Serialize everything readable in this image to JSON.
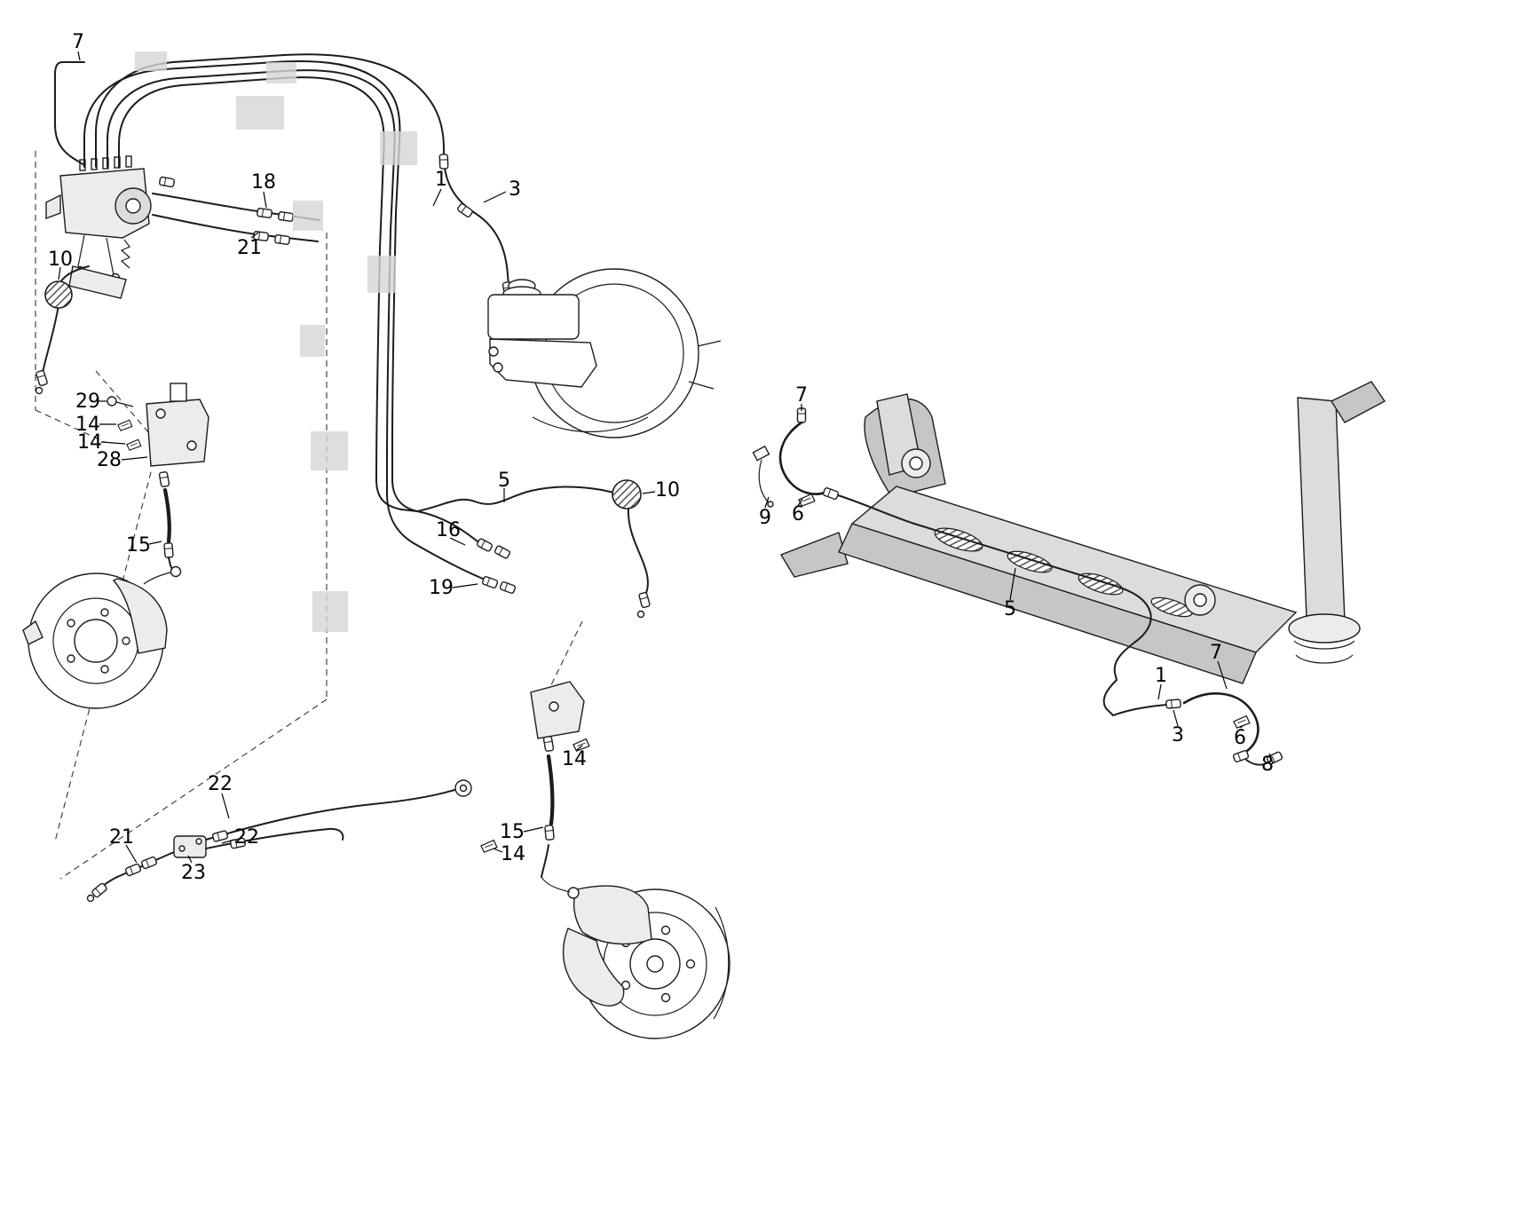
{
  "colors": {
    "line": "#1c1c1c",
    "highlight_box": "#d6d6d6",
    "metal_light": "#ececec",
    "metal_mid": "#dcdcdc",
    "metal_dark": "#c6c6c6",
    "background": "#ffffff"
  },
  "callouts": [
    {
      "id": "front-7",
      "label": "7"
    },
    {
      "id": "front-1",
      "label": "1"
    },
    {
      "id": "front-3",
      "label": "3"
    },
    {
      "id": "front-18",
      "label": "18"
    },
    {
      "id": "front-21",
      "label": "21"
    },
    {
      "id": "front-10-left",
      "label": "10"
    },
    {
      "id": "front-29",
      "label": "29"
    },
    {
      "id": "front-14-a",
      "label": "14"
    },
    {
      "id": "front-14-b",
      "label": "14"
    },
    {
      "id": "front-28",
      "label": "28"
    },
    {
      "id": "front-15-left",
      "label": "15"
    },
    {
      "id": "front-5",
      "label": "5"
    },
    {
      "id": "front-10-right",
      "label": "10"
    },
    {
      "id": "front-16",
      "label": "16"
    },
    {
      "id": "front-19",
      "label": "19"
    },
    {
      "id": "rear-22-a",
      "label": "22"
    },
    {
      "id": "rear-21",
      "label": "21"
    },
    {
      "id": "rear-22-b",
      "label": "22"
    },
    {
      "id": "rear-23",
      "label": "23"
    },
    {
      "id": "rear-14-a",
      "label": "14"
    },
    {
      "id": "rear-15",
      "label": "15"
    },
    {
      "id": "rear-14-b",
      "label": "14"
    },
    {
      "id": "axle-7-left",
      "label": "7"
    },
    {
      "id": "axle-9",
      "label": "9"
    },
    {
      "id": "axle-6-left",
      "label": "6"
    },
    {
      "id": "axle-5",
      "label": "5"
    },
    {
      "id": "axle-7-right",
      "label": "7"
    },
    {
      "id": "axle-1",
      "label": "1"
    },
    {
      "id": "axle-3",
      "label": "3"
    },
    {
      "id": "axle-6-right",
      "label": "6"
    },
    {
      "id": "axle-8",
      "label": "8"
    }
  ]
}
